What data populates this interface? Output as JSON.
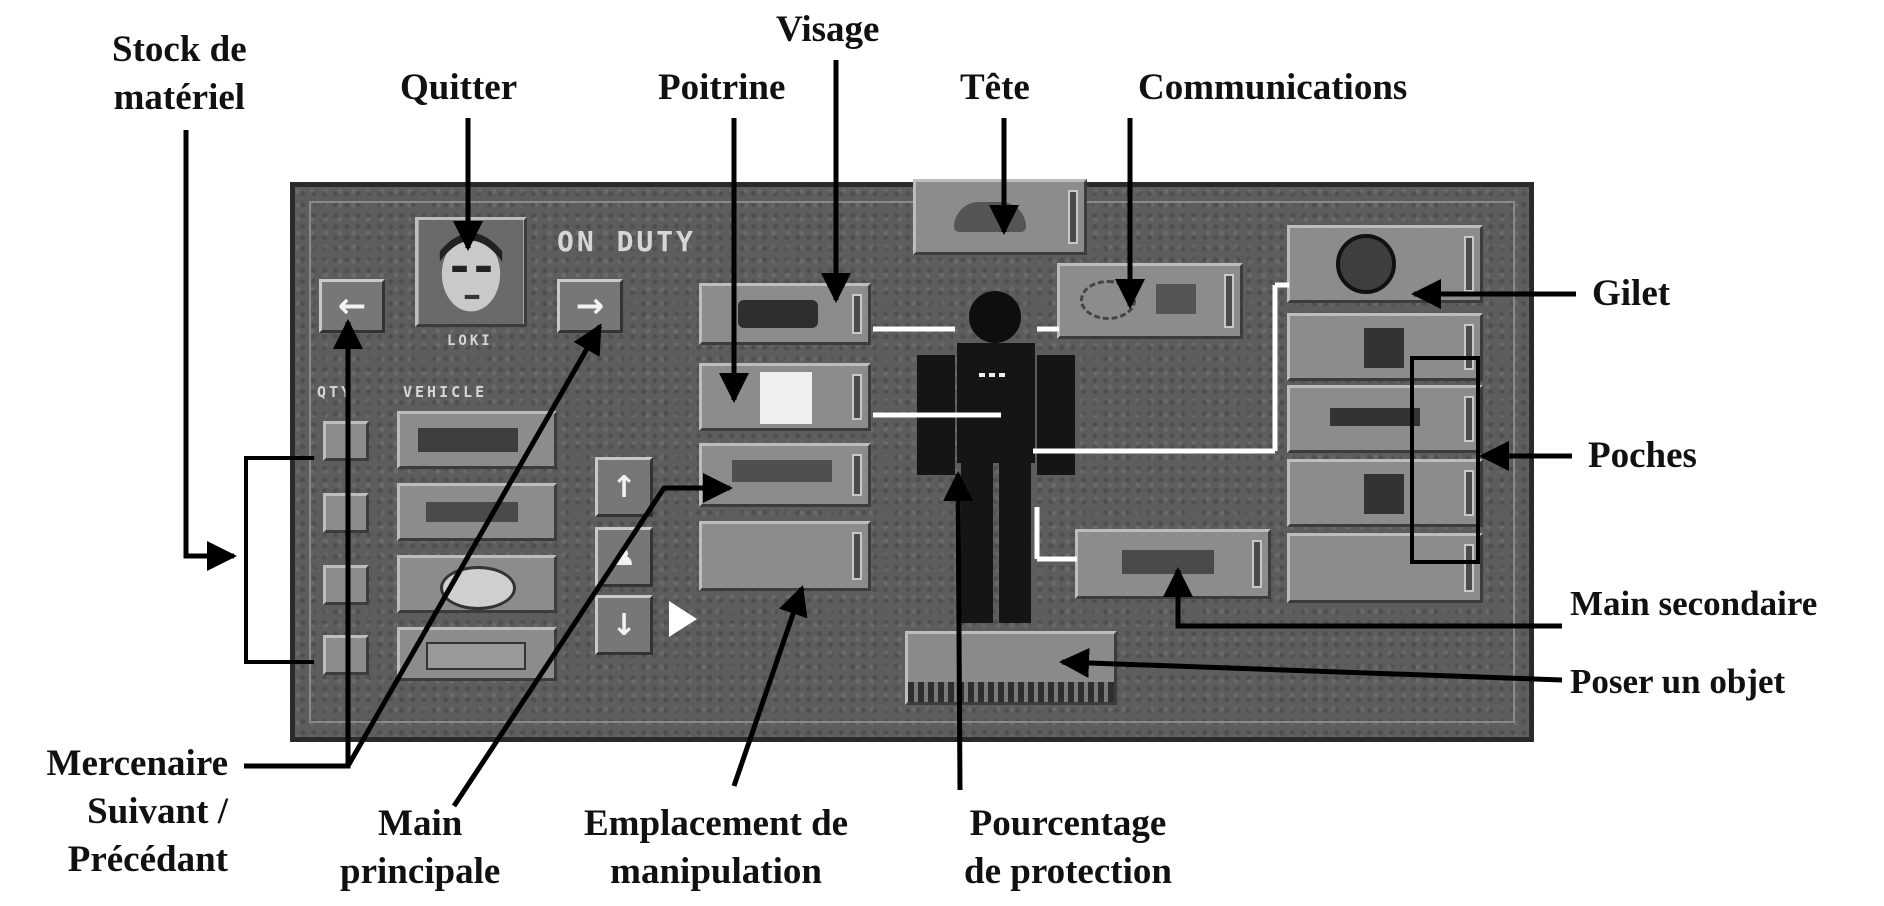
{
  "labels": {
    "stock": "Stock de\nmatériel",
    "quitter": "Quitter",
    "visage": "Visage",
    "poitrine": "Poitrine",
    "tete": "Tête",
    "communications": "Communications",
    "gilet": "Gilet",
    "poches": "Poches",
    "main_secondaire": "Main secondaire",
    "poser": "Poser un objet",
    "mercenaire": "Mercenaire\nSuivant /\nPrécédant",
    "main_principale": "Main\nprincipale",
    "emplacement": "Emplacement de\nmanipulation",
    "pourcentage": "Pourcentage\nde protection"
  },
  "panel": {
    "status": "ON DUTY",
    "name": "LOKI",
    "stock_header_left": "QTY",
    "stock_header_right": "VEHICLE",
    "prev_arrow": "←",
    "next_arrow": "→",
    "up_arrow": "↑",
    "down_arrow": "↓"
  },
  "colors": {
    "panel_bg": "#5d5d5d",
    "slot": "#8c8c8c",
    "white_line": "#ffffff"
  }
}
